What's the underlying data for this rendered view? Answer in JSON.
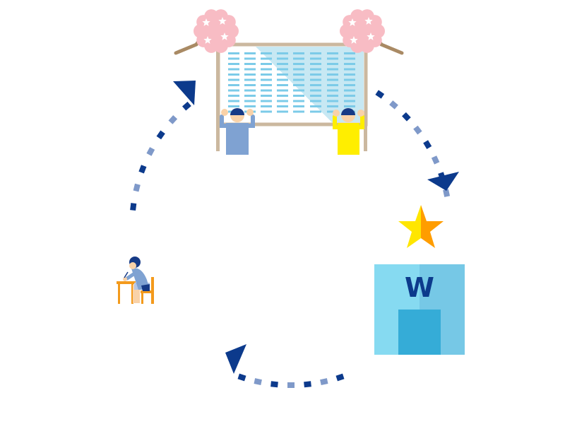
{
  "diagram": {
    "type": "cycle",
    "steps": [
      {
        "id": "exam-results-board",
        "icon": "results-board-icon"
      },
      {
        "id": "school-building",
        "icon": "school-building-icon",
        "sign": "W"
      },
      {
        "id": "studying-student",
        "icon": "student-desk-icon"
      }
    ]
  },
  "colors": {
    "navy": "#0c3a8c",
    "dash_light": "#7f99c9",
    "board_frame": "#cbb89f",
    "board_lines": "#7ccbe8",
    "board_light": "#c7e8f3",
    "cherry_blossom": "#f8bcc4",
    "branch": "#a98a64",
    "person_blue": "#7fa2d2",
    "person_yellow": "#ffee00",
    "skin": "#f9d2a8",
    "hair": "#163a86",
    "star_yellow": "#ffe600",
    "star_orange": "#ff9d00",
    "building_light": "#86daf1",
    "building_mid": "#76c8e6",
    "building_door": "#35acd7",
    "desk_orange": "#f39a1c"
  },
  "building": {
    "sign": "W"
  }
}
